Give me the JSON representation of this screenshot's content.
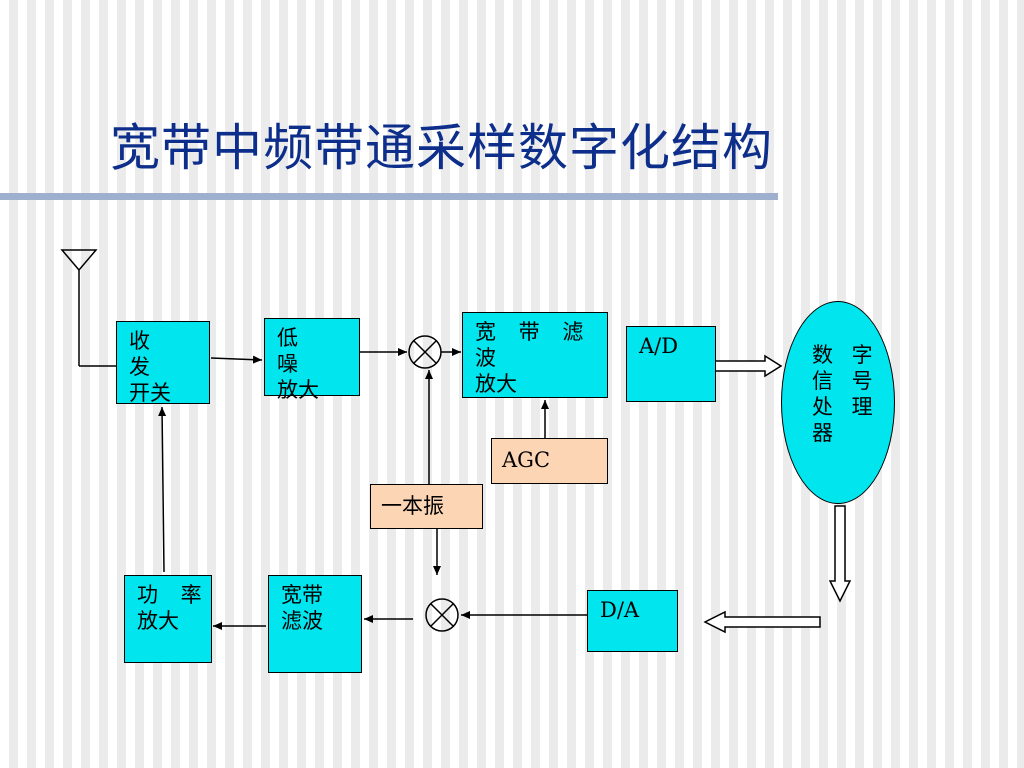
{
  "title": "宽带中频带通采样数字化结构",
  "blocks": {
    "rx_switch": [
      "收 发",
      "开关"
    ],
    "lna": [
      "低 噪",
      "放大"
    ],
    "wb_filter_amp": [
      "宽 带 滤 波",
      "放大"
    ],
    "ad": "A/D",
    "dsp": [
      "数 字",
      "信 号",
      "处 理",
      "器"
    ],
    "agc": "AGC",
    "lo": "一本振",
    "pa": [
      "功 率",
      "放大"
    ],
    "wb_filter": [
      "宽带",
      "滤波"
    ],
    "da": "D/A"
  },
  "colors": {
    "block_fill": "#00e5ee",
    "control_fill": "#fcd5b5",
    "title": "#0d2e8a",
    "title_rule": "#9fb0cf"
  }
}
